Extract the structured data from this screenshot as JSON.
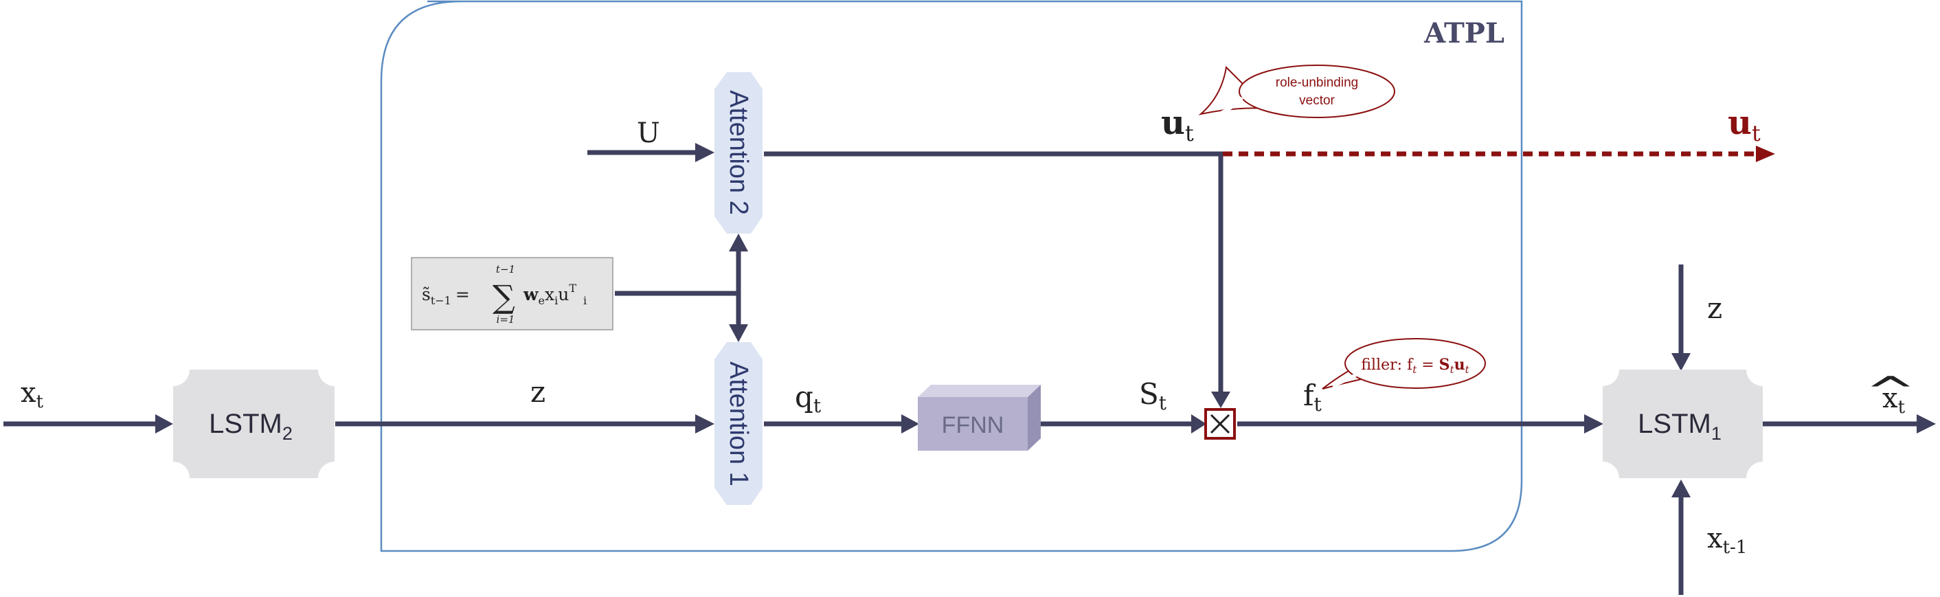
{
  "title": "ATPL",
  "colors": {
    "line": "#3f3f5e",
    "container": "#5b8cc2",
    "accent": "#8b1010",
    "lstm_fill": "#e0e0e2",
    "attention_fill": "#dde4f3",
    "ffnn_fill": "#b4b0cd",
    "formula_fill": "#e4e4e4"
  },
  "nodes": {
    "lstm2": {
      "label": "LSTM",
      "sub": "2"
    },
    "lstm1": {
      "label": "LSTM",
      "sub": "1"
    },
    "attention1": {
      "label": "Attention 1"
    },
    "attention2": {
      "label": "Attention 2"
    },
    "ffnn": {
      "label": "FFNN"
    },
    "formula": {
      "lhs": "s̃",
      "lhs_sub": "t−1",
      "eq": "=",
      "sum": "∑",
      "upper": "t−1",
      "lower": "i=1",
      "term_w": "w",
      "term_w_sub": "e",
      "term_x": "x",
      "term_x_sub": "i",
      "term_u": "u",
      "term_u_sub": "i",
      "term_u_sup": "T"
    }
  },
  "labels": {
    "x_t": {
      "base": "x",
      "sub": "t"
    },
    "z_left": "z",
    "U": "U",
    "u_t": {
      "base": "u",
      "sub": "t"
    },
    "u_t_out": {
      "base": "u",
      "sub": "t"
    },
    "q_t": {
      "base": "q",
      "sub": "t"
    },
    "S_t": {
      "base": "S",
      "sub": "t"
    },
    "f_t": {
      "base": "f",
      "sub": "t"
    },
    "z_right": "z",
    "x_t_minus_1": {
      "base": "x",
      "sub": "t-1"
    },
    "x_hat_t": {
      "base": "x",
      "sub": "t",
      "hat": "^"
    }
  },
  "callouts": {
    "role_unbinding": {
      "line1": "role-unbinding",
      "line2": "vector"
    },
    "filler": {
      "prefix": "filler: ",
      "f": "f",
      "f_sub": "t",
      "eq": " = ",
      "s": "S",
      "s_sub": "t",
      "u": "u",
      "u_sub": "t"
    }
  },
  "operator": {
    "symbol": "×"
  }
}
